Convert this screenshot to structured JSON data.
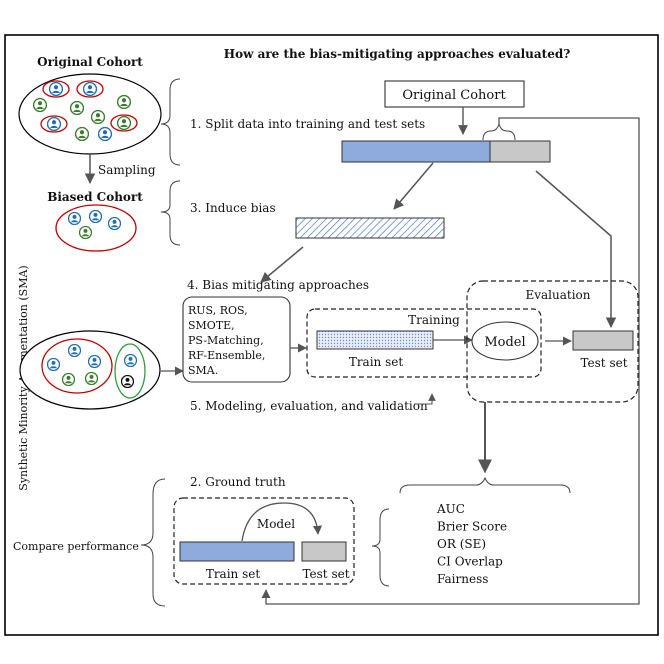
{
  "title": "How are the bias-mitigating approaches evaluated?",
  "left": {
    "original_cohort_label": "Original Cohort",
    "sampling_label": "Sampling",
    "biased_cohort_label": "Biased Cohort",
    "vertical_label": "Synthetic Minority Augmentation (SMA)",
    "compare_label": "Compare performance"
  },
  "steps": {
    "step1": "1. Split data into training and test sets",
    "step3": "3. Induce bias",
    "step4": "4. Bias mitigating approaches",
    "step5": "5. Modeling, evaluation, and validation",
    "step2": "2. Ground truth"
  },
  "top_box_label": "Original Cohort",
  "approaches": [
    "RUS, ROS,",
    "SMOTE,",
    "PS-Matching,",
    "RF-Ensemble,",
    "SMA."
  ],
  "training_label": "Training",
  "evaluation_label": "Evaluation",
  "model_label": "Model",
  "train_set_label": "Train set",
  "test_set_label": "Test set",
  "ground_truth": {
    "model_label": "Model",
    "train_set_label": "Train set",
    "test_set_label": "Test set"
  },
  "metrics": [
    "AUC",
    "Brier Score",
    "OR (SE)",
    "CI Overlap",
    "Fairness"
  ],
  "colors": {
    "blue": "#8faadc",
    "grey": "#c8c8c8",
    "red": "#c00000",
    "green": "#2e9e3e",
    "person_blue": "#1f6fb2",
    "person_green": "#3a7d2c",
    "person_black": "#111111"
  }
}
